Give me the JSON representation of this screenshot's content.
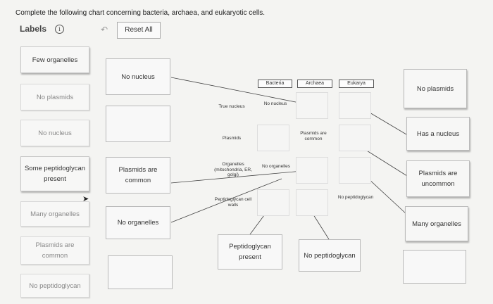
{
  "instruction": "Complete the following chart concerning bacteria, archaea, and eukaryotic cells.",
  "labels_title": "Labels",
  "info_icon": "i",
  "reset_button": "Reset All",
  "label_bank": [
    {
      "text": "Few organelles",
      "style": "dark"
    },
    {
      "text": "No plasmids",
      "style": "faded"
    },
    {
      "text": "No nucleus",
      "style": "faded"
    },
    {
      "text": "Some peptidoglycan present",
      "style": "dark"
    },
    {
      "text": "Many organelles",
      "style": "faded"
    },
    {
      "text": "Plasmids are common",
      "style": "faded"
    },
    {
      "text": "No peptidoglycan",
      "style": "faded"
    }
  ],
  "left_slots": [
    {
      "text": "No nucleus"
    },
    {
      "text": ""
    },
    {
      "text": "Plasmids are common"
    },
    {
      "text": "No organelles"
    },
    {
      "text": ""
    }
  ],
  "chart": {
    "headers": [
      "Bacteria",
      "Archaea",
      "Eukarya"
    ],
    "rows": [
      "True nucleus",
      "Plasmids",
      "Organelles (mitochondria, ER, golgi)",
      "Peptidoglycan cell walls"
    ],
    "cell_texts": {
      "no_nucleus": "No nucleus",
      "plasmids_common": "Plasmids are common",
      "no_organelles": "No organelles",
      "no_peptidoglycan": "No peptidoglycan"
    }
  },
  "bottom_slots": [
    {
      "text": "Peptidoglycan present"
    },
    {
      "text": "No peptidoglycan"
    }
  ],
  "right_slots": [
    {
      "text": "No plasmids"
    },
    {
      "text": "Has a nucleus"
    },
    {
      "text": "Plasmids are uncommon"
    },
    {
      "text": "Many organelles"
    },
    {
      "text": ""
    }
  ]
}
